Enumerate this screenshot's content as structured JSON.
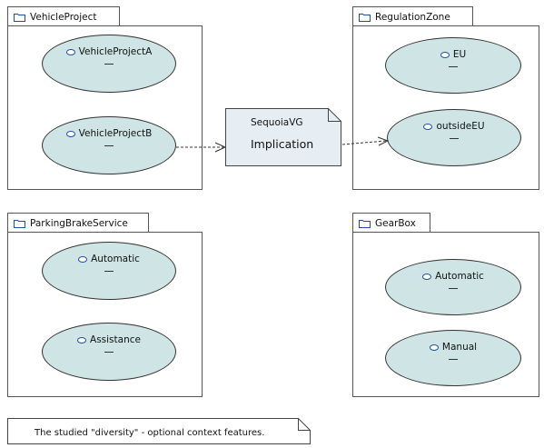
{
  "packages": {
    "vehicle_project": {
      "title": "VehicleProject",
      "use_cases": [
        "VehicleProjectA",
        "VehicleProjectB"
      ]
    },
    "regulation_zone": {
      "title": "RegulationZone",
      "use_cases": [
        "EU",
        "outsideEU"
      ]
    },
    "parking_brake_service": {
      "title": "ParkingBrakeService",
      "use_cases": [
        "Automatic",
        "Assistance"
      ]
    },
    "gearbox": {
      "title": "GearBox",
      "use_cases": [
        "Automatic",
        "Manual"
      ]
    }
  },
  "implication_note": {
    "stereotype": "SequoiaVG",
    "name": "Implication"
  },
  "caption_note": {
    "text": "The studied \"diversity\" - optional context features."
  },
  "colors": {
    "use_case_fill": "#cfe5e5",
    "note_fill": "#e6eef4",
    "icon_blue": "#1e4f9e",
    "border": "#555555"
  }
}
